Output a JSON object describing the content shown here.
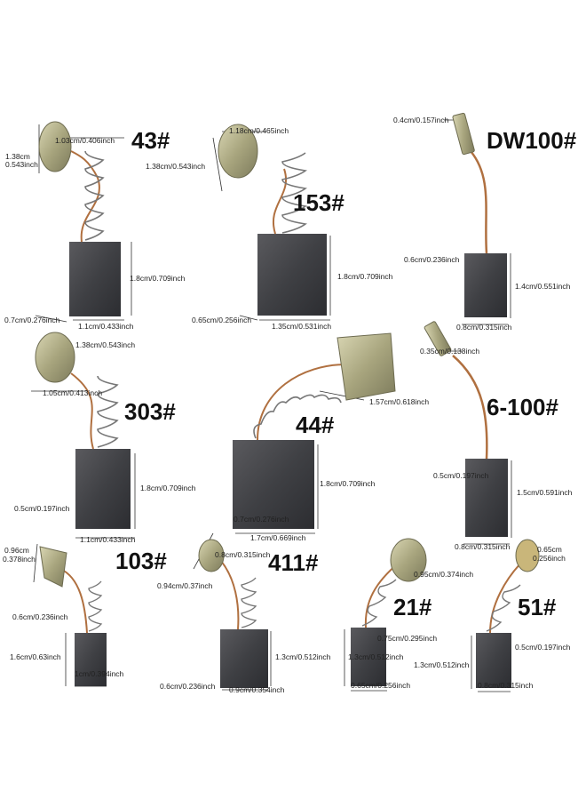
{
  "models": {
    "m43": "43#",
    "m153": "153#",
    "mdw100": "DW100#",
    "m303": "303#",
    "m44": "44#",
    "m6100": "6-100#",
    "m103": "103#",
    "m411": "411#",
    "m21": "21#",
    "m51": "51#"
  },
  "dims": {
    "b43_top": "1.03cm/0.406inch",
    "b43_left_a": "1.38cm",
    "b43_left_b": "0.543inch",
    "b43_height": "1.8cm/0.709inch",
    "b43_depth": "0.7cm/0.276inch",
    "b43_width": "1.1cm/0.433inch",
    "b153_top": "1.18cm/0.465inch",
    "b153_left": "1.38cm/0.543inch",
    "b153_height": "1.8cm/0.709inch",
    "b153_depth": "0.65cm/0.256inch",
    "b153_width": "1.35cm/0.531inch",
    "bdw_top": "0.4cm/0.157inch",
    "bdw_depth": "0.6cm/0.236inch",
    "bdw_height": "1.4cm/0.551inch",
    "bdw_width": "0.8cm/0.315inch",
    "b303_top": "1.38cm/0.543inch",
    "b303_mid": "1.05cm/0.413inch",
    "b303_height": "1.8cm/0.709inch",
    "b303_depth": "0.5cm/0.197inch",
    "b303_width": "1.1cm/0.433inch",
    "b44_top": "1.57cm/0.618inch",
    "b44_height": "1.8cm/0.709inch",
    "b44_depth": "0.7cm/0.276inch",
    "b44_width": "1.7cm/0.669inch",
    "b6100_top": "0.35cm/0.138inch",
    "b6100_depth": "0.5cm/0.197inch",
    "b6100_height": "1.5cm/0.591inch",
    "b6100_width": "0.8cm/0.315inch",
    "b103_left_a": "0.96cm",
    "b103_left_b": "0.378inch",
    "b103_depth": "0.6cm/0.236inch",
    "b103_height": "1.6cm/0.63inch",
    "b103_width": "1cm/0.394inch",
    "b411_top": "0.8cm/0.315inch",
    "b411_left": "0.94cm/0.37inch",
    "b411_height": "1.3cm/0.512inch",
    "b411_depth": "0.6cm/0.236inch",
    "b411_width": "0.9cm/0.354inch",
    "b21_top": "0.95cm/0.374inch",
    "b21_depth": "0.75cm/0.295inch",
    "b21_height": "1.3cm/0.512inch",
    "b21_width": "0.65cm/0.256inch",
    "b51_top_a": "0.65cm",
    "b51_top_b": "0.256inch",
    "b51_depth": "0.5cm/0.197inch",
    "b51_height": "1.3cm/0.512inch",
    "b51_width": "0.8cm/0.315inch"
  }
}
